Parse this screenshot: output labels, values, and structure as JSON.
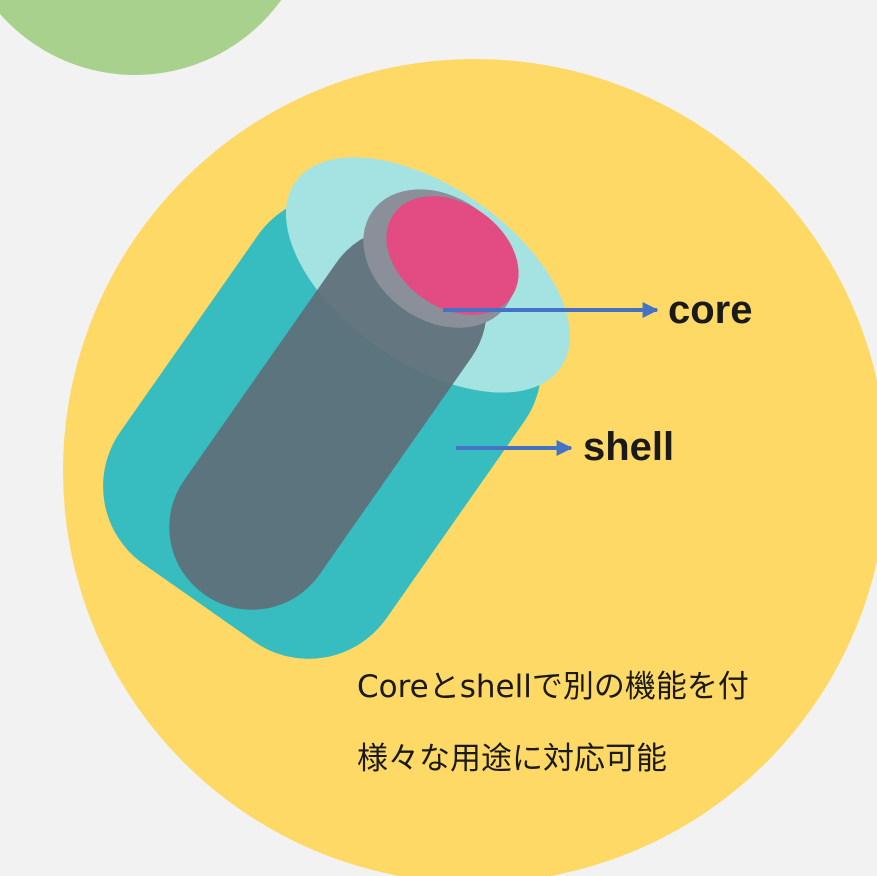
{
  "diagram": {
    "labels": {
      "core": "core",
      "shell": "shell"
    },
    "captions": {
      "line1": "Coreとshellで別の機能を付",
      "line2": "様々な用途に対応可能"
    }
  },
  "colors": {
    "background": "#f2f2f2",
    "green_circle": "#a9d18e",
    "yellow_circle": "#ffd966",
    "shell_cyan": "#37bcc0",
    "shell_top": "#a4e3e2",
    "core_gray": "#5e6e78",
    "core_top": "#e24c82",
    "arrow_blue": "#4472c4"
  },
  "icons": {
    "core_arrow": "arrow-right-icon",
    "shell_arrow": "arrow-right-icon"
  }
}
